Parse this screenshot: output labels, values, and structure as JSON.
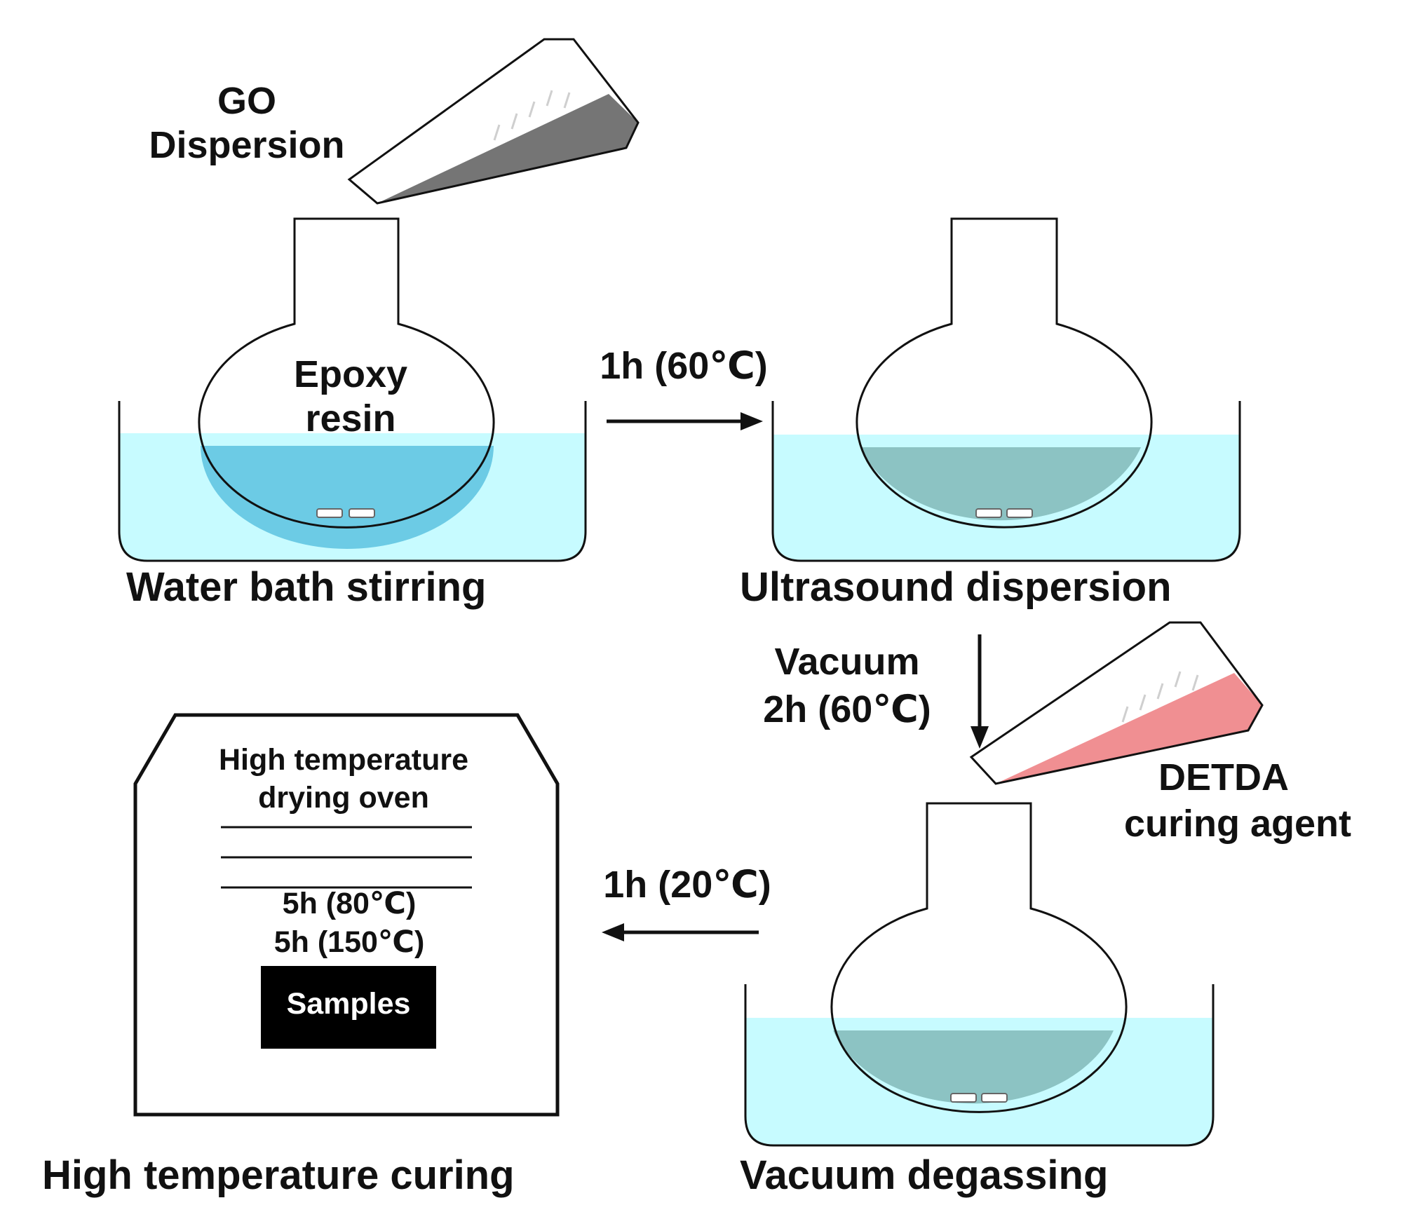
{
  "labels": {
    "go_dispersion_1": "GO",
    "go_dispersion_2": "Dispersion",
    "epoxy_1": "Epoxy",
    "epoxy_2": "resin",
    "step1_caption": "Water bath stirring",
    "step2_caption": "Ultrasound dispersion",
    "step3_caption": "Vacuum degassing",
    "step4_caption": "High temperature curing",
    "arrow1_label": "1h (60℃)",
    "arrow2_label_1": "Vacuum",
    "arrow2_label_2": "2h (60℃)",
    "arrow3_label": "1h (20℃)",
    "detda_1": "DETDA",
    "detda_2": "curing agent",
    "oven_title_1": "High temperature",
    "oven_title_2": "drying oven",
    "oven_step_1": "5h (80℃)",
    "oven_step_2": "5h (150℃)",
    "samples": "Samples"
  },
  "colors": {
    "water": "#c7fbff",
    "liquid_step1": "#6ccbe5",
    "liquid_step2": "#8cc3c3",
    "liquid_step3": "#8cc3c3",
    "go_fill": "#757575",
    "detda_fill": "#f08f92",
    "outline": "#111111",
    "samples_bg": "#000000",
    "samples_text": "#ffffff"
  }
}
